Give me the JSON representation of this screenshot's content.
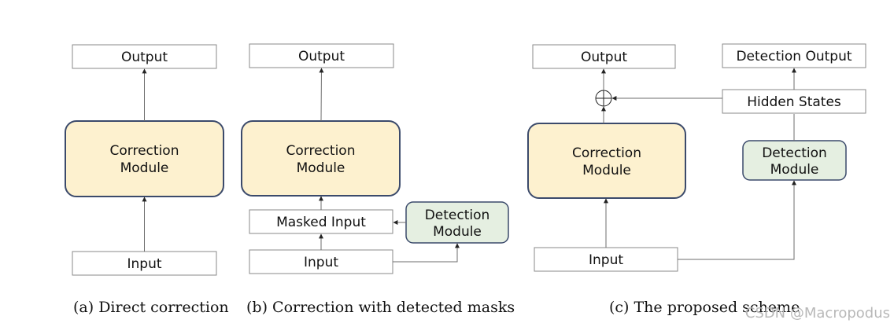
{
  "panel_a": {
    "output": "Output",
    "module_line1": "Correction",
    "module_line2": "Module",
    "input": "Input",
    "caption": "(a)  Direct correction"
  },
  "panel_b": {
    "output": "Output",
    "module_line1": "Correction",
    "module_line2": "Module",
    "masked_input": "Masked Input",
    "detection_line1": "Detection",
    "detection_line2": "Module",
    "input": "Input",
    "caption": "(b)  Correction with detected masks"
  },
  "panel_c": {
    "output": "Output",
    "detection_output": "Detection Output",
    "hidden_states": "Hidden States",
    "module_line1": "Correction",
    "module_line2": "Module",
    "detection_line1": "Detection",
    "detection_line2": "Module",
    "input": "Input",
    "caption": "(c)  The proposed scheme"
  },
  "watermark": "CSDN @Macropodus",
  "colors": {
    "correction_fill": "#fdf1cf",
    "detection_fill": "#e5efe1",
    "module_border": "#3b4a6b"
  }
}
